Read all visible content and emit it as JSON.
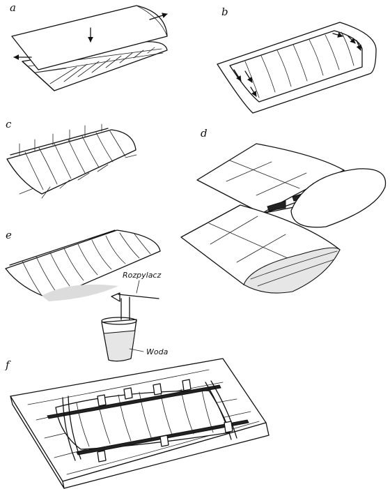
{
  "panels": {
    "a": {
      "label": "a"
    },
    "b": {
      "label": "b"
    },
    "c": {
      "label": "c"
    },
    "d": {
      "label": "d"
    },
    "e": {
      "label": "e",
      "sprayer_label": "Rozpylacz",
      "water_label": "Woda"
    },
    "f": {
      "label": "f"
    }
  }
}
